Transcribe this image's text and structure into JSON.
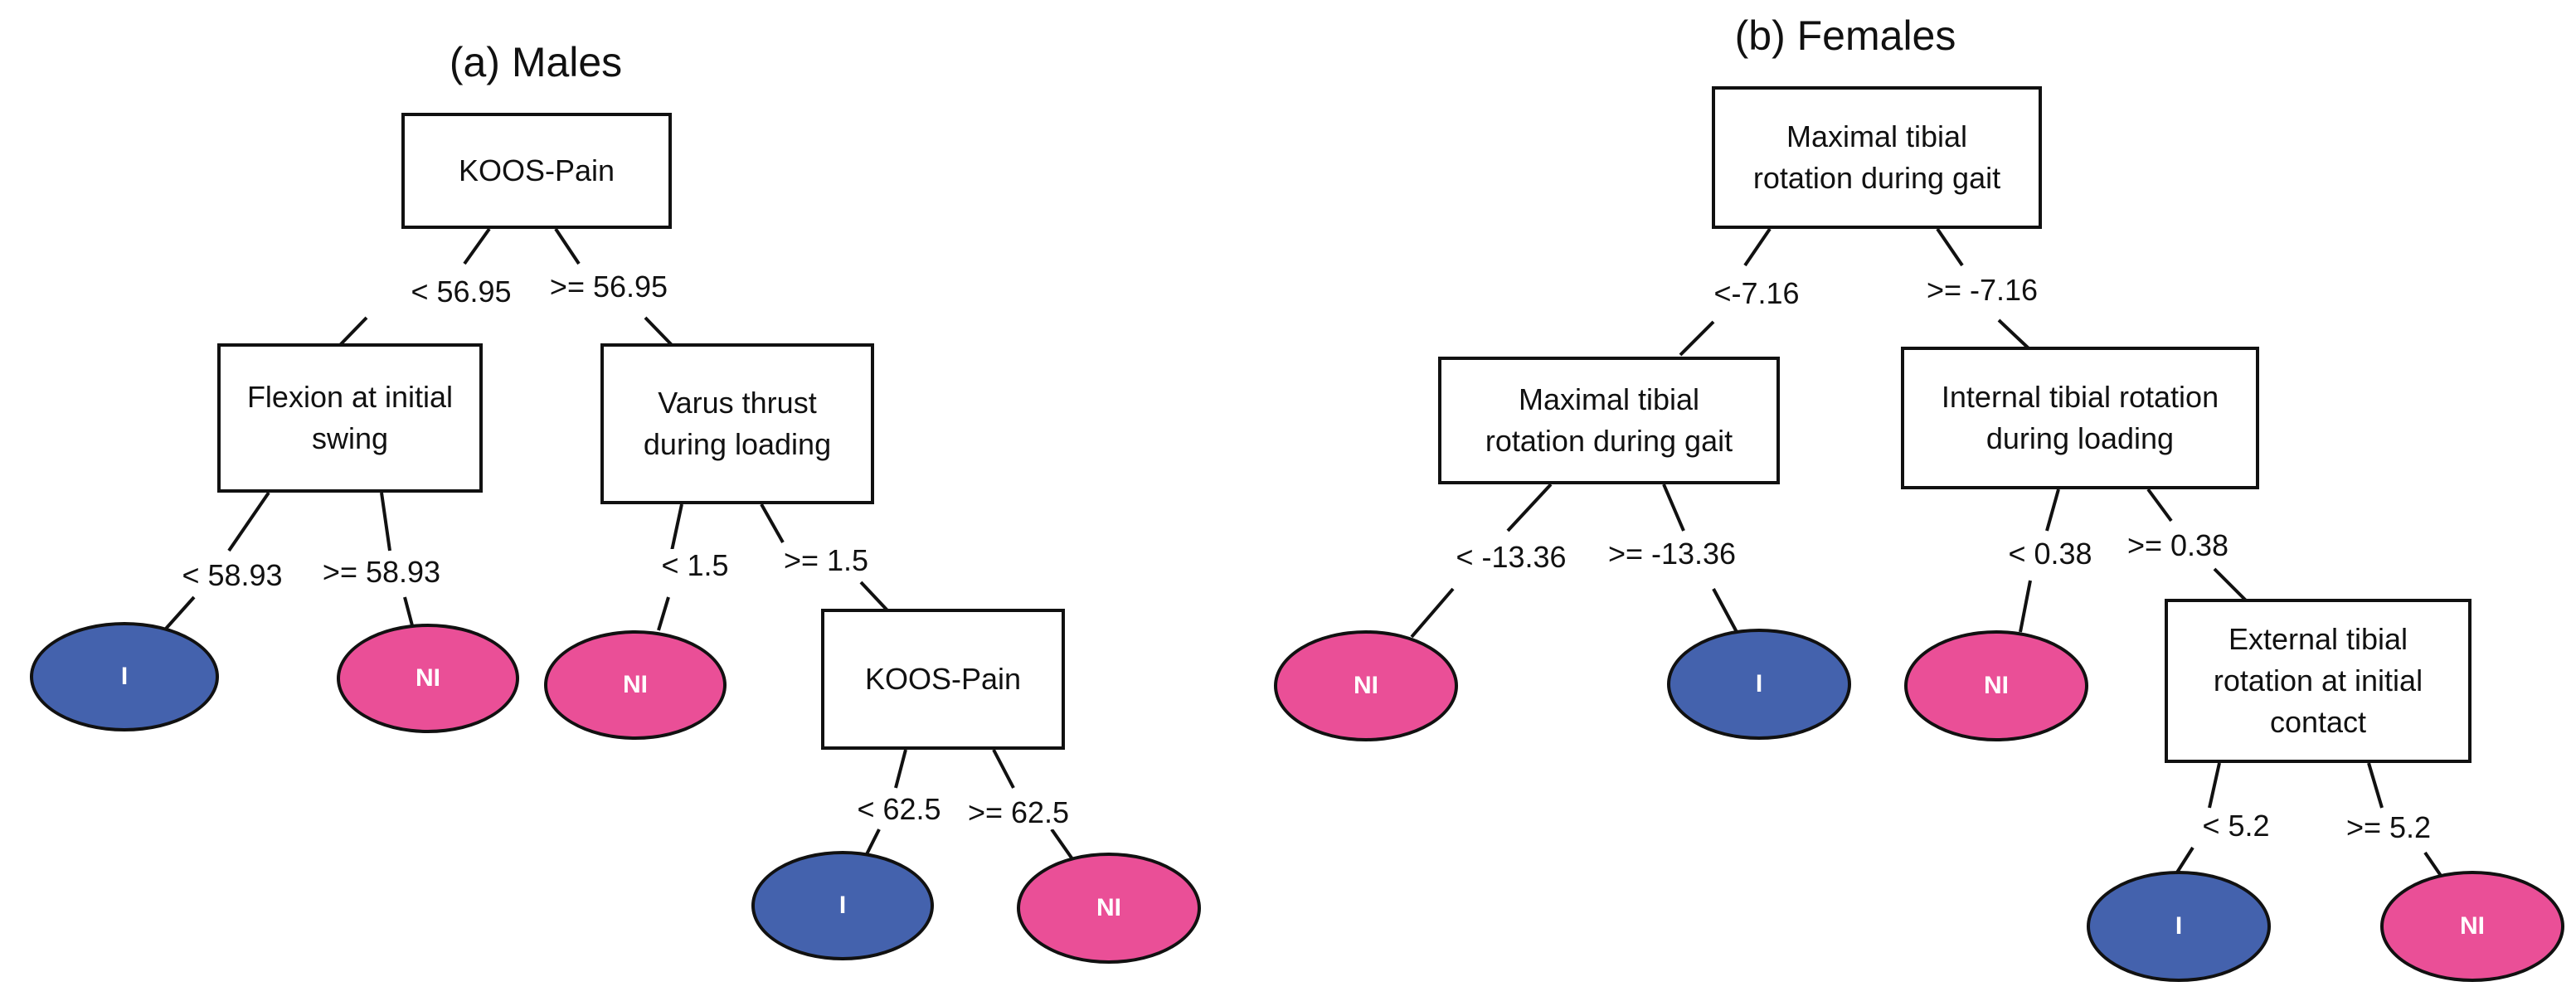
{
  "colors": {
    "interested": "#4462ad",
    "not_interested": "#ea4f97",
    "stroke": "#111111"
  },
  "males": {
    "title": "(a) Males",
    "root": "KOOS-Pain",
    "split_root_left": "< 56.95",
    "split_root_right": ">= 56.95",
    "flexion_node": "Flexion at initial\nswing",
    "split_flexion_left": "< 58.93",
    "split_flexion_right": ">= 58.93",
    "varus_node": "Varus thrust\nduring loading",
    "split_varus_left": "< 1.5",
    "split_varus_right": ">= 1.5",
    "koos2_node": "KOOS-Pain",
    "split_koos2_left": "< 62.5",
    "split_koos2_right": ">= 62.5",
    "leaf_1": "I",
    "leaf_2": "NI",
    "leaf_3": "NI",
    "leaf_4": "I",
    "leaf_5": "NI"
  },
  "females": {
    "title": "(b) Females",
    "root": "Maximal tibial\nrotation during gait",
    "split_root_left": "<-7.16",
    "split_root_right": ">= -7.16",
    "max_node": "Maximal tibial\nrotation during gait",
    "split_max_left": "< -13.36",
    "split_max_right": ">= -13.36",
    "internal_node": "Internal tibial rotation\nduring loading",
    "split_internal_left": "< 0.38",
    "split_internal_right": ">= 0.38",
    "external_node": "External tibial\nrotation at initial\ncontact",
    "split_external_left": "< 5.2",
    "split_external_right": ">= 5.2",
    "leaf_1": "NI",
    "leaf_2": "I",
    "leaf_3": "NI",
    "leaf_4": "I",
    "leaf_5": "NI"
  }
}
